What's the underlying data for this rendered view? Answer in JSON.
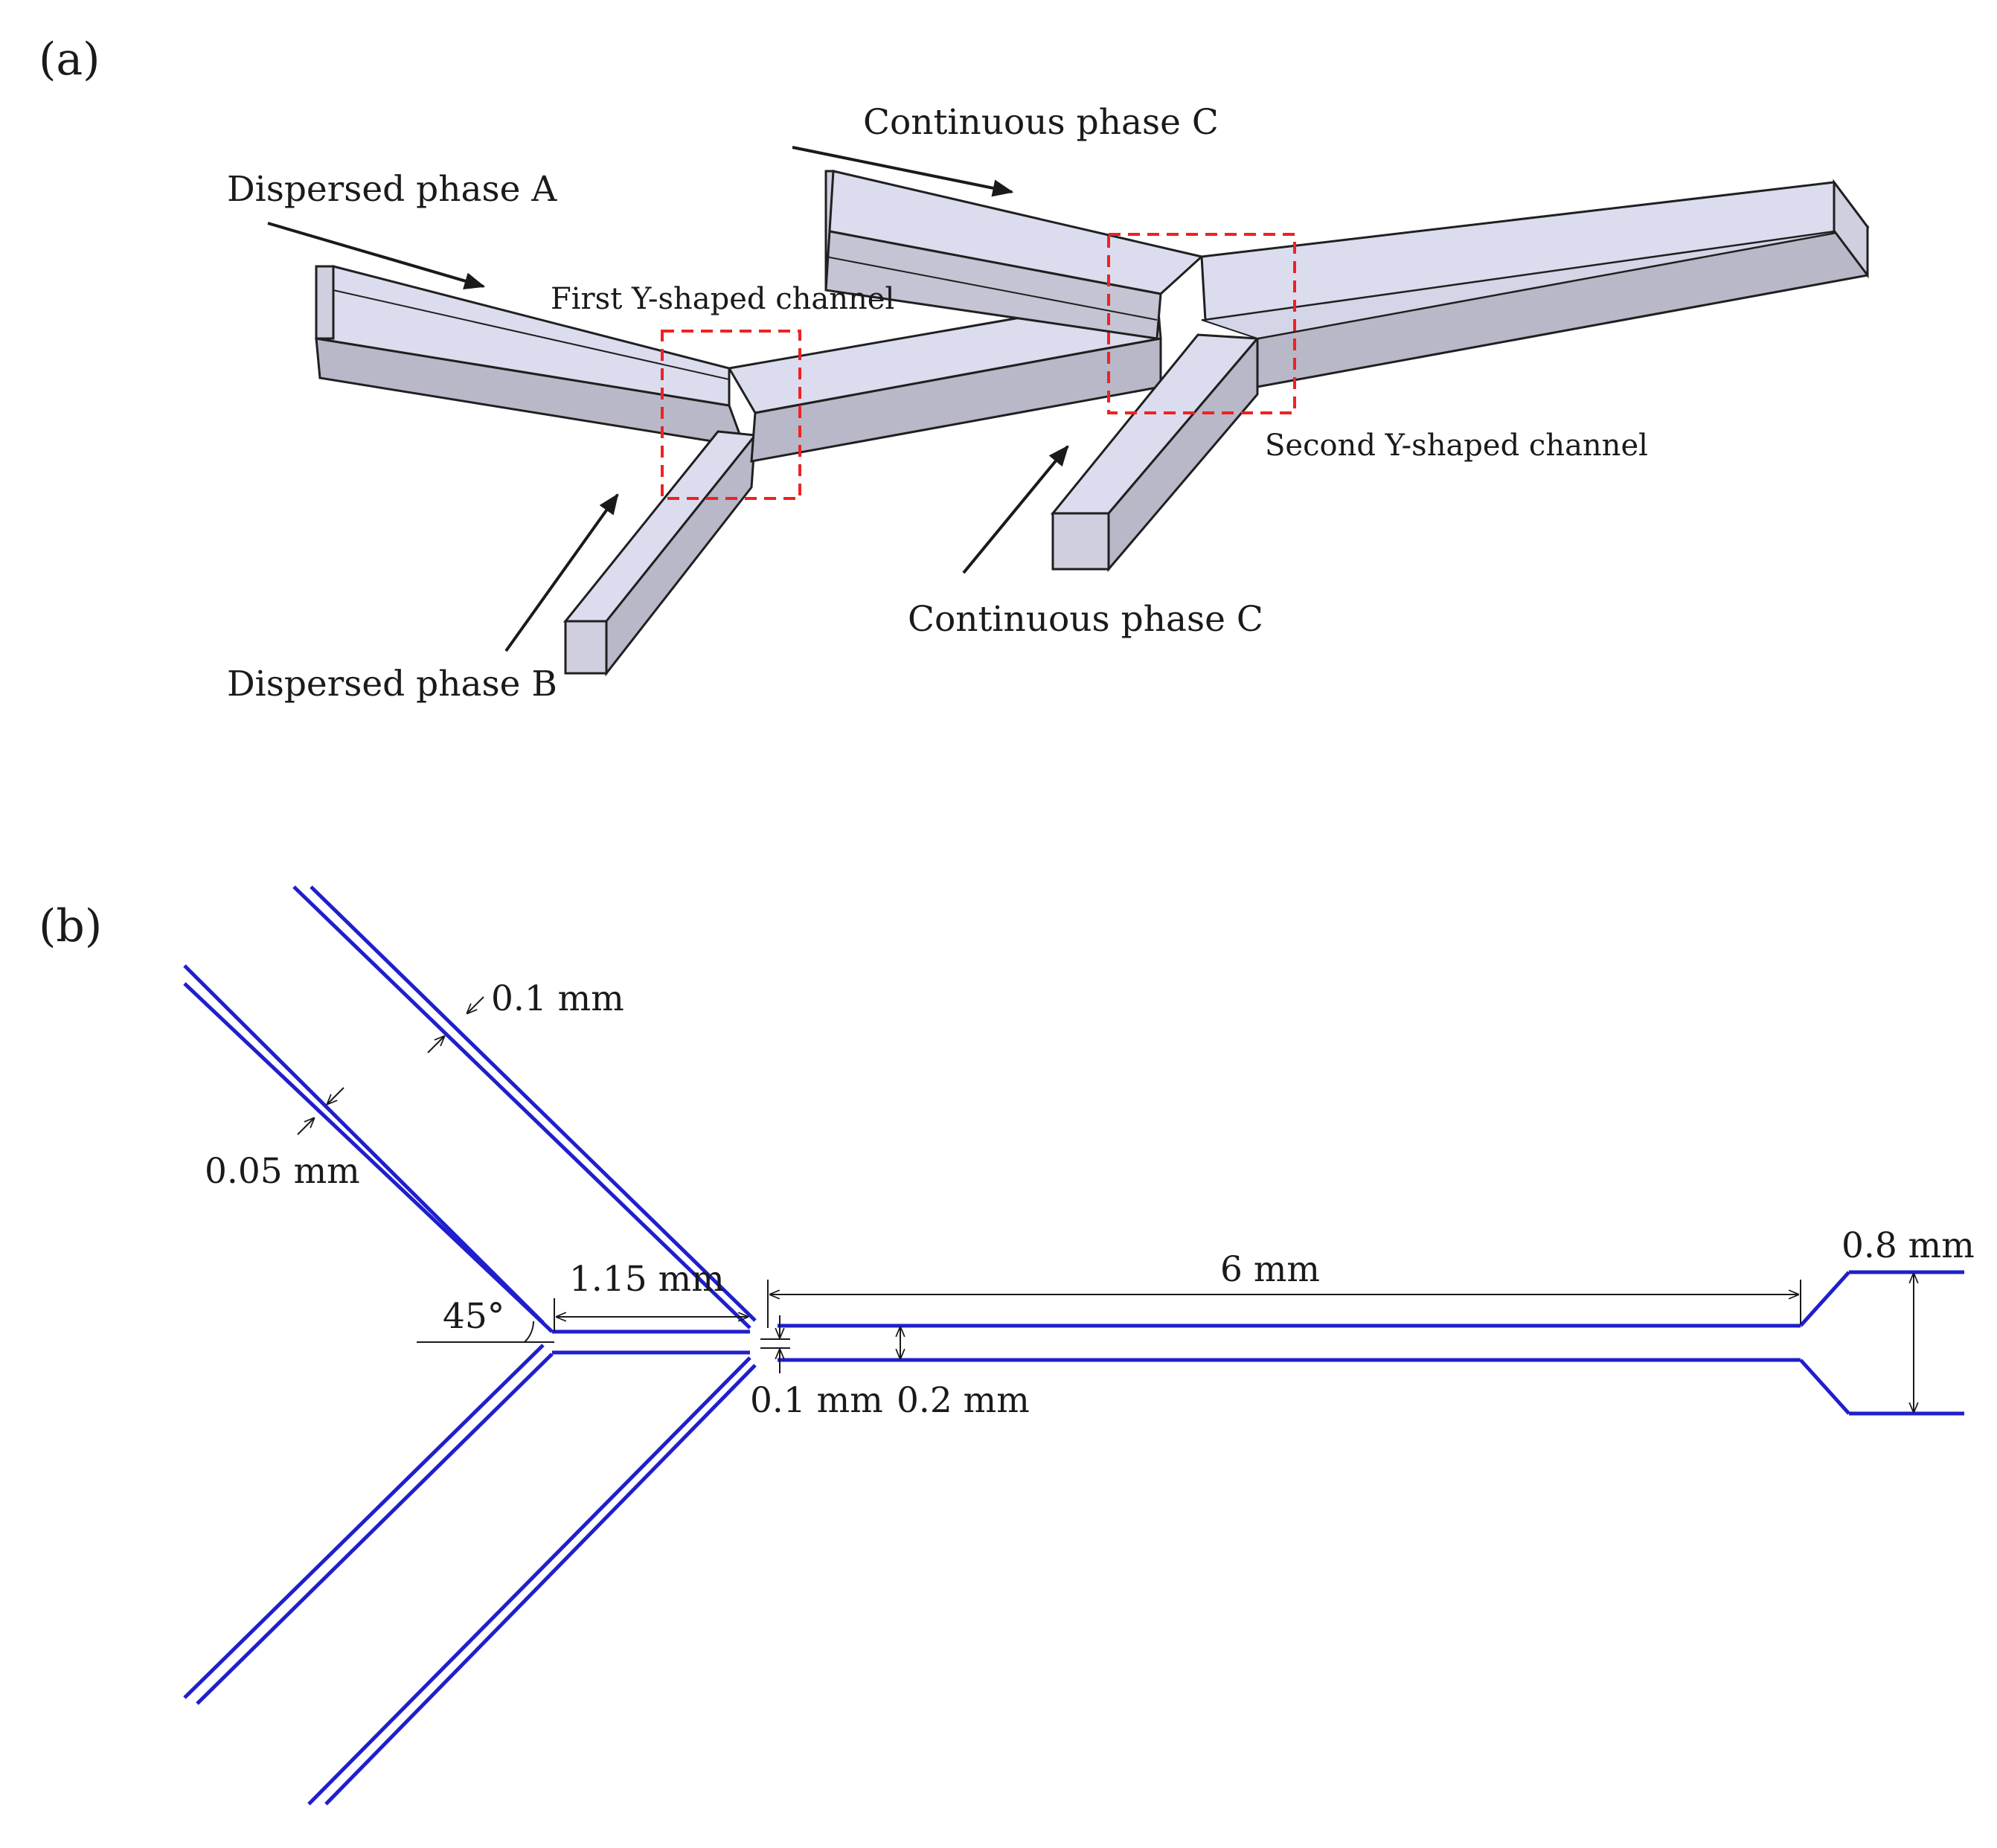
{
  "panel_a": {
    "label": "(a)",
    "inlets": {
      "dispersed_a": "Dispersed phase A",
      "dispersed_b": "Dispersed phase B",
      "continuous_top": "Continuous phase C",
      "continuous_bottom": "Continuous phase C"
    },
    "junctions": {
      "first": "First Y-shaped channel",
      "second": "Second Y-shaped channel"
    },
    "colors": {
      "channel_top": "#dcdcef",
      "channel_side": "#b8b8c8",
      "outline": "#202020",
      "highlight_box": "#ee2222"
    }
  },
  "panel_b": {
    "label": "(b)",
    "dimensions": {
      "outer_wall": "0.1 mm",
      "inner_wall": "0.05 mm",
      "first_channel_length": "1.15 mm",
      "angle": "45°",
      "main_length": "6 mm",
      "gap_width": "0.1 mm",
      "main_width": "0.2 mm",
      "outlet_width": "0.8 mm"
    },
    "colors": {
      "channel_line": "#1f1fcc",
      "dimension_line": "#1a1a1a"
    }
  }
}
